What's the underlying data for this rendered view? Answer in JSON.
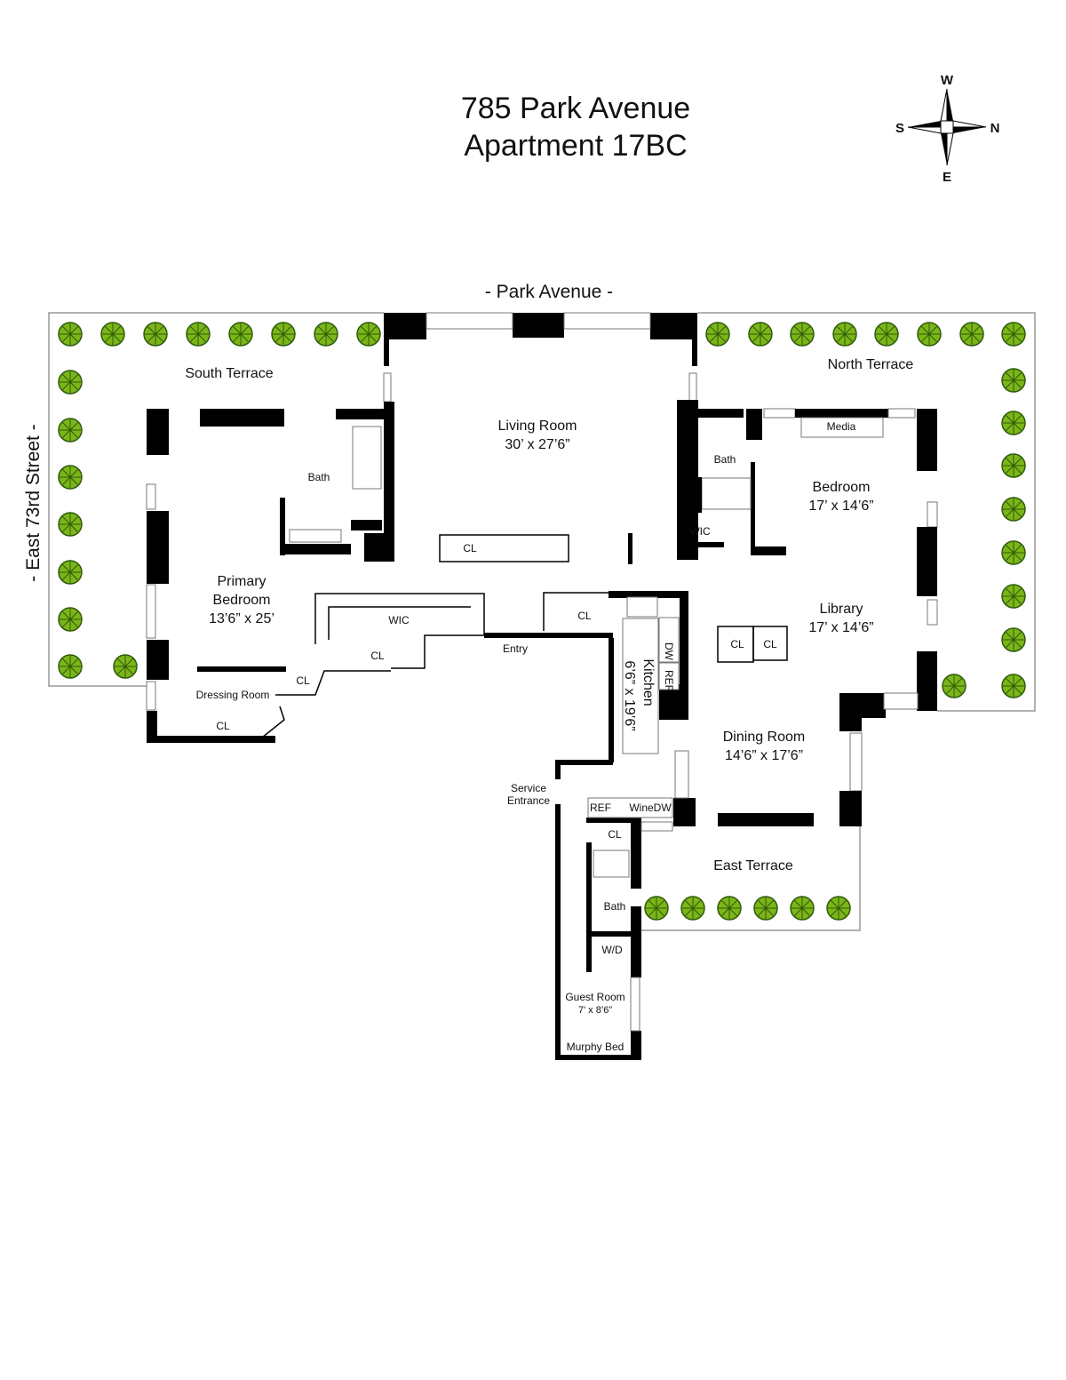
{
  "title": {
    "line1": "785 Park Avenue",
    "line2": "Apartment 17BC"
  },
  "compass": {
    "top": "W",
    "left": "S",
    "right": "N",
    "bottom": "E"
  },
  "streets": {
    "top": "- Park Avenue -",
    "left": "- East 73rd Street -"
  },
  "rooms": {
    "south_terrace": "South Terrace",
    "north_terrace": "North Terrace",
    "east_terrace": "East Terrace",
    "living_room": {
      "name": "Living Room",
      "size": "30’ x 27’6”"
    },
    "primary_bedroom": {
      "name1": "Primary",
      "name2": "Bedroom",
      "size": "13’6” x 25’"
    },
    "bedroom": {
      "name": "Bedroom",
      "size": "17’ x 14’6”"
    },
    "library": {
      "name": "Library",
      "size": "17’ x 14’6”"
    },
    "dining_room": {
      "name": "Dining Room",
      "size": "14’6” x 17’6”"
    },
    "kitchen": {
      "name": "Kitchen",
      "size": "6’6” x 19’6”"
    },
    "guest_room": {
      "name": "Guest Room",
      "size": "7’ x 8’6”"
    },
    "primary_bath": "Bath",
    "bedroom_bath": "Bath",
    "guest_bath": "Bath",
    "media": "Media",
    "wic_bedroom": "WIC",
    "wic_primary": "WIC",
    "dressing_room": "Dressing Room",
    "cl_living": "CL",
    "cl_entry": "CL",
    "cl_primary": "CL",
    "cl_hall": "CL",
    "cl_dressing": "CL",
    "cl_library_1": "CL",
    "cl_library_2": "CL",
    "cl_service": "CL",
    "entry": "Entry",
    "service_entrance_1": "Service",
    "service_entrance_2": "Entrance",
    "dw": "DW",
    "ref_kitchen": "REF",
    "ref_pantry": "REF",
    "wine_dw": "WineDW",
    "wd": "W/D",
    "murphy_bed": "Murphy Bed"
  },
  "colors": {
    "wall": "#000000",
    "tree": "#7cb518",
    "tree_dark": "#2d5a0a",
    "terrace_line": "#999999"
  }
}
